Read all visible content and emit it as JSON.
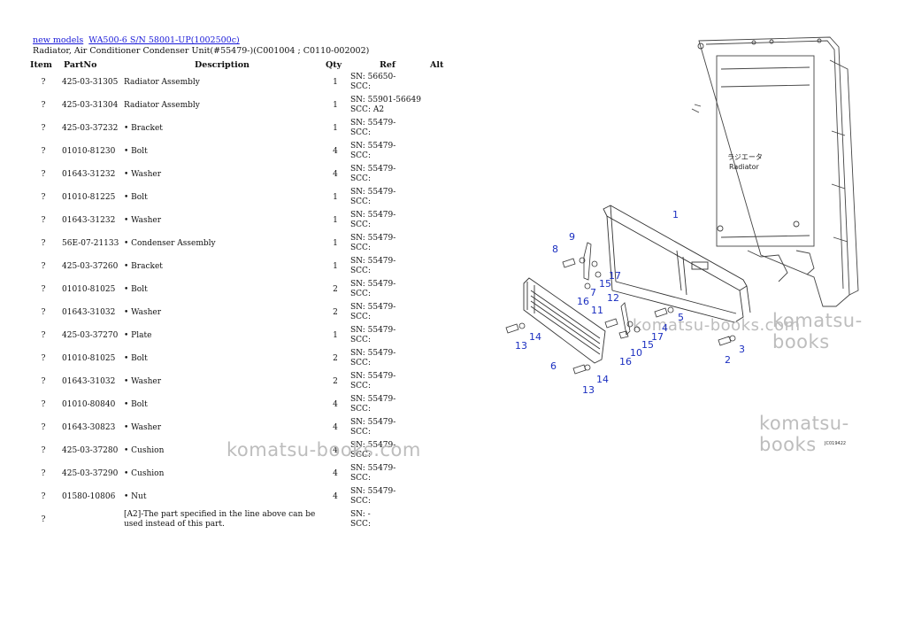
{
  "breadcrumb": {
    "link1": "new models",
    "link2": "WA500-6 S/N 58001-UP(1002500c)"
  },
  "subtitle": "Radiator, Air Conditioner Condenser Unit(#55479-)(C001004 ; C0110-002002)",
  "table": {
    "headers": {
      "item": "Item",
      "partno": "PartNo",
      "description": "Description",
      "qty": "Qty",
      "ref": "Ref",
      "alt": "Alt"
    },
    "rows": [
      {
        "item": "?",
        "partno": "425-03-31305",
        "desc": "Radiator Assembly",
        "qty": "1",
        "ref1": "SN: 56650-",
        "ref2": "SCC:"
      },
      {
        "item": "?",
        "partno": "425-03-31304",
        "desc": "Radiator Assembly",
        "qty": "1",
        "ref1": "SN: 55901-56649",
        "ref2": "SCC: A2"
      },
      {
        "item": "?",
        "partno": "425-03-37232",
        "desc": "• Bracket",
        "qty": "1",
        "ref1": "SN: 55479-",
        "ref2": "SCC:"
      },
      {
        "item": "?",
        "partno": "01010-81230",
        "desc": "• Bolt",
        "qty": "4",
        "ref1": "SN: 55479-",
        "ref2": "SCC:"
      },
      {
        "item": "?",
        "partno": "01643-31232",
        "desc": "• Washer",
        "qty": "4",
        "ref1": "SN: 55479-",
        "ref2": "SCC:"
      },
      {
        "item": "?",
        "partno": "01010-81225",
        "desc": "• Bolt",
        "qty": "1",
        "ref1": "SN: 55479-",
        "ref2": "SCC:"
      },
      {
        "item": "?",
        "partno": "01643-31232",
        "desc": "• Washer",
        "qty": "1",
        "ref1": "SN: 55479-",
        "ref2": "SCC:"
      },
      {
        "item": "?",
        "partno": "56E-07-21133",
        "desc": "• Condenser Assembly",
        "qty": "1",
        "ref1": "SN: 55479-",
        "ref2": "SCC:"
      },
      {
        "item": "?",
        "partno": "425-03-37260",
        "desc": "• Bracket",
        "qty": "1",
        "ref1": "SN: 55479-",
        "ref2": "SCC:"
      },
      {
        "item": "?",
        "partno": "01010-81025",
        "desc": "• Bolt",
        "qty": "2",
        "ref1": "SN: 55479-",
        "ref2": "SCC:"
      },
      {
        "item": "?",
        "partno": "01643-31032",
        "desc": "• Washer",
        "qty": "2",
        "ref1": "SN: 55479-",
        "ref2": "SCC:"
      },
      {
        "item": "?",
        "partno": "425-03-37270",
        "desc": "• Plate",
        "qty": "1",
        "ref1": "SN: 55479-",
        "ref2": "SCC:"
      },
      {
        "item": "?",
        "partno": "01010-81025",
        "desc": "• Bolt",
        "qty": "2",
        "ref1": "SN: 55479-",
        "ref2": "SCC:"
      },
      {
        "item": "?",
        "partno": "01643-31032",
        "desc": "• Washer",
        "qty": "2",
        "ref1": "SN: 55479-",
        "ref2": "SCC:"
      },
      {
        "item": "?",
        "partno": "01010-80840",
        "desc": "• Bolt",
        "qty": "4",
        "ref1": "SN: 55479-",
        "ref2": "SCC:"
      },
      {
        "item": "?",
        "partno": "01643-30823",
        "desc": "• Washer",
        "qty": "4",
        "ref1": "SN: 55479-",
        "ref2": "SCC:"
      },
      {
        "item": "?",
        "partno": "425-03-37280",
        "desc": "• Cushion",
        "qty": "4",
        "ref1": "SN: 55479-",
        "ref2": "SCC:"
      },
      {
        "item": "?",
        "partno": "425-03-37290",
        "desc": "• Cushion",
        "qty": "4",
        "ref1": "SN: 55479-",
        "ref2": "SCC:"
      },
      {
        "item": "?",
        "partno": "01580-10806",
        "desc": "• Nut",
        "qty": "4",
        "ref1": "SN: 55479-",
        "ref2": "SCC:"
      }
    ],
    "note": {
      "item": "?",
      "line1": "[A2]-The part specified in the line above can be",
      "line2": "used instead of this part.",
      "ref1": "SN: -",
      "ref2": "SCC:"
    }
  },
  "watermarks": {
    "wm1": "komatsu-books.com",
    "wm2": "komatsu-books",
    "wm3": "komatsu-books",
    "wm4": "komatsu-books.com"
  },
  "diagram": {
    "jp_label": "ラジエータ",
    "en_label": "Radiator",
    "drawing_code": "JC019422",
    "callouts": [
      "1",
      "9",
      "8",
      "17",
      "15",
      "12",
      "16",
      "7",
      "11",
      "5",
      "4",
      "17",
      "15",
      "10",
      "16",
      "14",
      "13",
      "6",
      "14",
      "13",
      "2",
      "3"
    ]
  }
}
